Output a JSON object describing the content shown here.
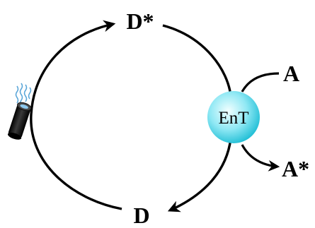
{
  "diagram": {
    "nodes": {
      "donor_excited": "D*",
      "donor_ground": "D",
      "acceptor": "A",
      "acceptor_excited": "A*",
      "energy_transfer": "EnT"
    },
    "colors": {
      "stroke": "#000000",
      "ent_sphere_center": "#e8ffff",
      "ent_sphere_edge": "#27c8dc",
      "led_body": "#1b1b1b",
      "led_glow": "#5aa6d8"
    },
    "icons": {
      "light_source": "led-light-icon"
    }
  }
}
